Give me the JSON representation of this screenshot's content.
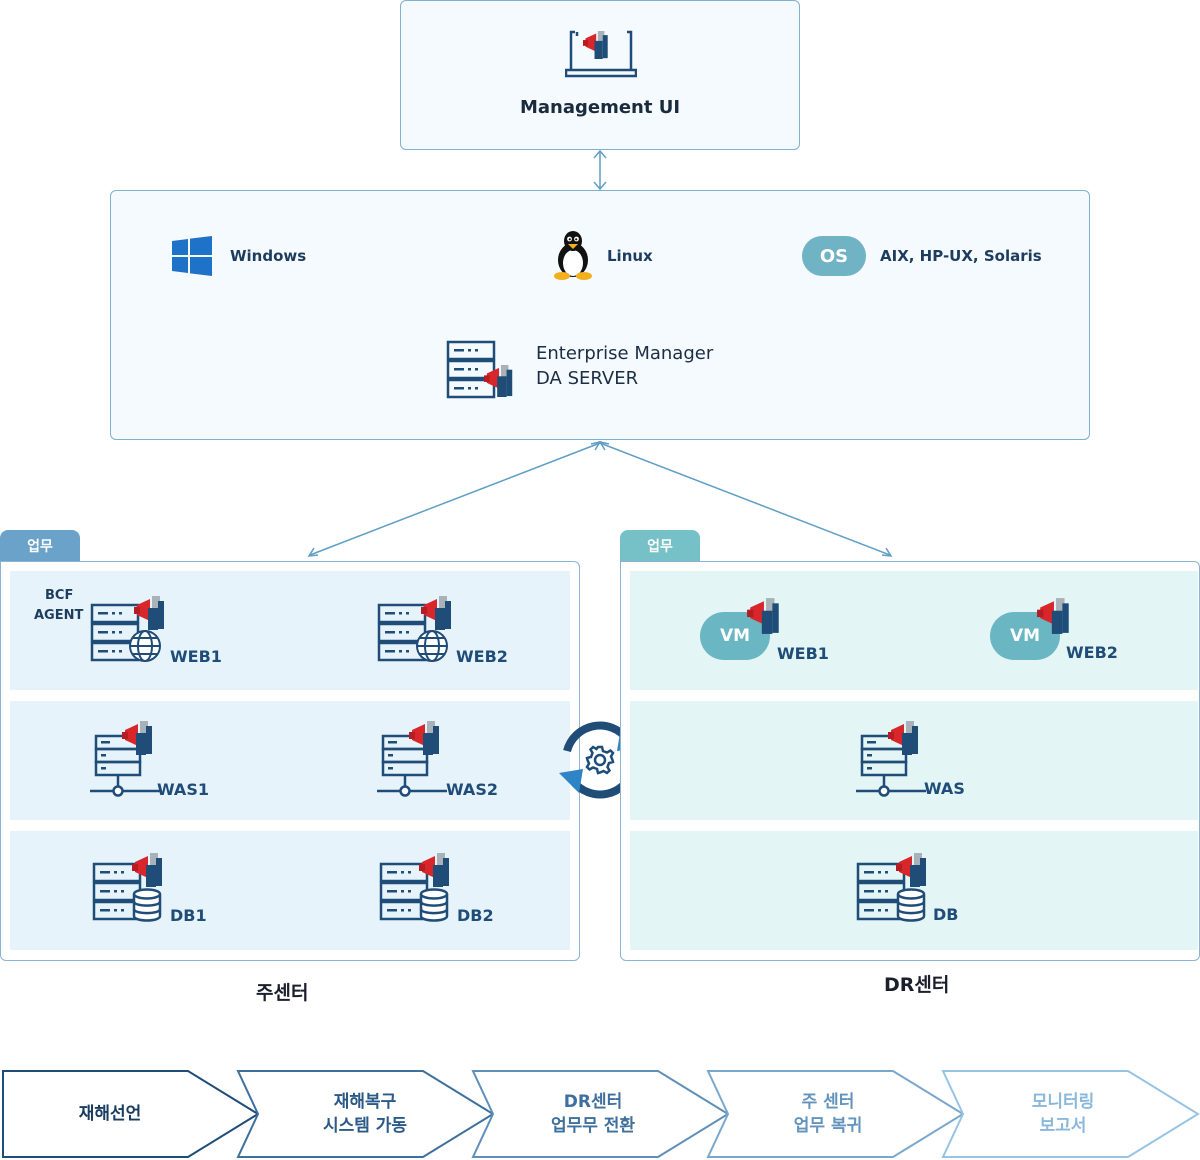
{
  "management": {
    "title": "Management UI"
  },
  "platforms": {
    "windows": "Windows",
    "linux": "Linux",
    "os_badge": "OS",
    "unix": "AIX, HP-UX, Solaris"
  },
  "server": {
    "line1": "Enterprise Manager",
    "line2": "DA SERVER"
  },
  "main_center": {
    "tab": "업무",
    "agent_label_1": "BCF",
    "agent_label_2": "AGENT",
    "web1": "WEB1",
    "web2": "WEB2",
    "was1": "WAS1",
    "was2": "WAS2",
    "db1": "DB1",
    "db2": "DB2",
    "title": "주센터"
  },
  "dr_center": {
    "tab": "업무",
    "vm": "VM",
    "web1": "WEB1",
    "web2": "WEB2",
    "was": "WAS",
    "db": "DB",
    "title": "DR센터"
  },
  "steps": [
    {
      "line1": "재해선언",
      "line2": ""
    },
    {
      "line1": "재해복구",
      "line2": "시스템 가동"
    },
    {
      "line1": "DR센터",
      "line2": "업무무 전환"
    },
    {
      "line1": "주 센터",
      "line2": "업무 복귀"
    },
    {
      "line1": "모니터링",
      "line2": "보고서"
    }
  ],
  "colors": {
    "accent_red": "#d9262b",
    "accent_navy": "#1f4d78",
    "main_row_bg": "#e7f3fa",
    "dr_row_bg": "#e3f5f5",
    "sync_dark": "#1f4d78",
    "sync_blue": "#2d84c6"
  }
}
